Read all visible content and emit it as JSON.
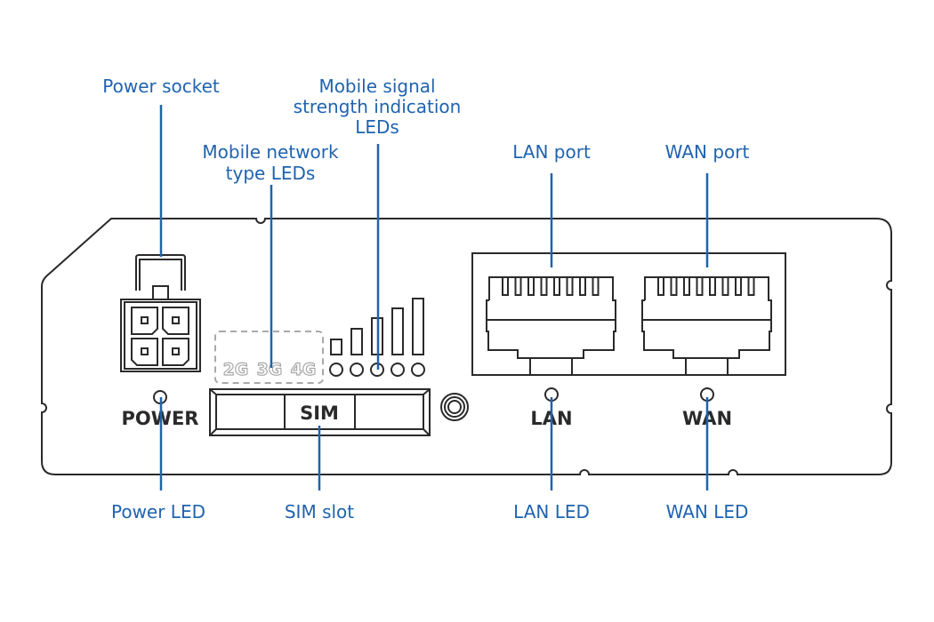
{
  "callouts": {
    "power_socket": "Power socket",
    "mobile_network_type_leds": [
      "Mobile network",
      "type LEDs"
    ],
    "mobile_signal_strength_leds": [
      "Mobile signal",
      "strength indication",
      "LEDs"
    ],
    "lan_port": "LAN port",
    "wan_port": "WAN port",
    "power_led": "Power LED",
    "sim_slot": "SIM slot",
    "lan_led": "LAN LED",
    "wan_led": "WAN LED"
  },
  "device_labels": {
    "power": "POWER",
    "sim": "SIM",
    "lan": "LAN",
    "wan": "WAN",
    "network_types": [
      "2G",
      "3G",
      "4G"
    ]
  },
  "colors": {
    "callout": "#1f63b0",
    "outline": "#2a2a2a",
    "network_type_outline": "#a9a9a9"
  }
}
